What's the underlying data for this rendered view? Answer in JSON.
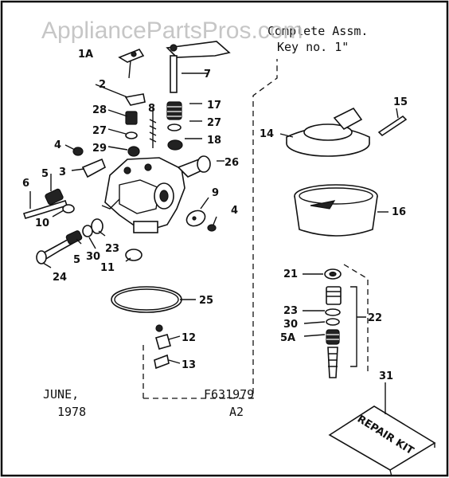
{
  "watermark": "AppliancePartsPros.com",
  "header_note": [
    "Complete Assm.",
    "Key no. 1\""
  ],
  "date_text": [
    "JUNE,",
    "1978"
  ],
  "code_text": [
    "F631979",
    "A2"
  ],
  "repair_kit_label": "REPAIR KIT",
  "callouts": {
    "1A": "1A",
    "2": "2",
    "3": "3",
    "4a": "4",
    "4b": "4",
    "5a": "5",
    "5b": "5",
    "5A": "5A",
    "6": "6",
    "7": "7",
    "8": "8",
    "9": "9",
    "10": "10",
    "11": "11",
    "12": "12",
    "13": "13",
    "14": "14",
    "15": "15",
    "16": "16",
    "17": "17",
    "18": "18",
    "21": "21",
    "22": "22",
    "23a": "23",
    "23b": "23",
    "24": "24",
    "25": "25",
    "26": "26",
    "27a": "27",
    "27b": "27",
    "28": "28",
    "29": "29",
    "30a": "30",
    "30b": "30",
    "31": "31"
  }
}
